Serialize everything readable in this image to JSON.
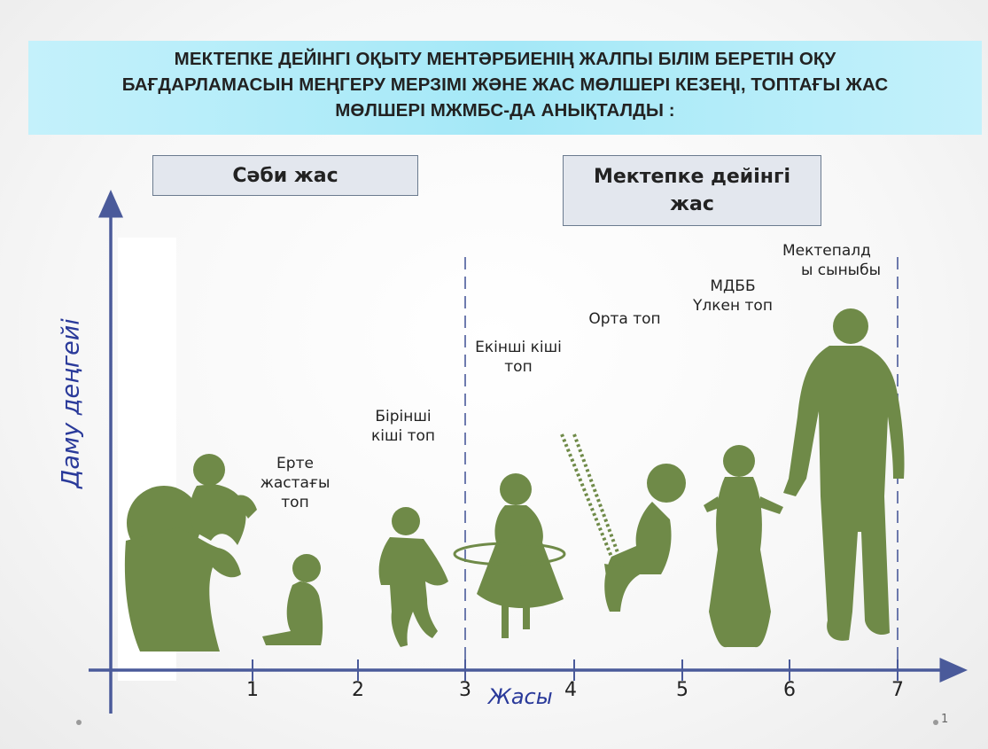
{
  "title": {
    "lines": [
      "МЕКТЕПКЕ ДЕЙІНГІ ОҚЫТУ МЕНТӘРБИЕНІҢ ЖАЛПЫ БІЛІМ БЕРЕТІН ОҚУ",
      "БАҒДАРЛАМАСЫН МЕҢГЕРУ МЕРЗІМІ ЖӘНЕ ЖАС МӨЛШЕРІ КЕЗЕҢІ, ТОПТАҒЫ ЖАС",
      "МӨЛШЕРІ  МЖМБС-ДА АНЫҚТАЛДЫ  :"
    ]
  },
  "stages": {
    "infant": "Сәби жас",
    "preschool_line1": "Мектепке дейінгі",
    "preschool_line2": "жас"
  },
  "axes": {
    "y_label": "Даму деңгейі",
    "x_label": "Жасы",
    "ticks": [
      "1",
      "2",
      "3",
      "4",
      "5",
      "6",
      "7"
    ]
  },
  "groups": {
    "early": [
      "Ерте",
      "жастағы",
      "топ"
    ],
    "first_junior": [
      "Бірінші",
      "кіші топ"
    ],
    "second_junior": [
      "Екінші кіші",
      "топ"
    ],
    "middle": [
      "Орта топ"
    ],
    "senior": [
      "МДББ",
      "Үлкен топ"
    ],
    "preschool_class": [
      "Мектепалд",
      "ы сыныбы"
    ]
  },
  "colors": {
    "silhouette": "#6f8a48",
    "axis": "#4a5a9a",
    "banner": "#a8e9f7"
  },
  "slide_number": "1"
}
